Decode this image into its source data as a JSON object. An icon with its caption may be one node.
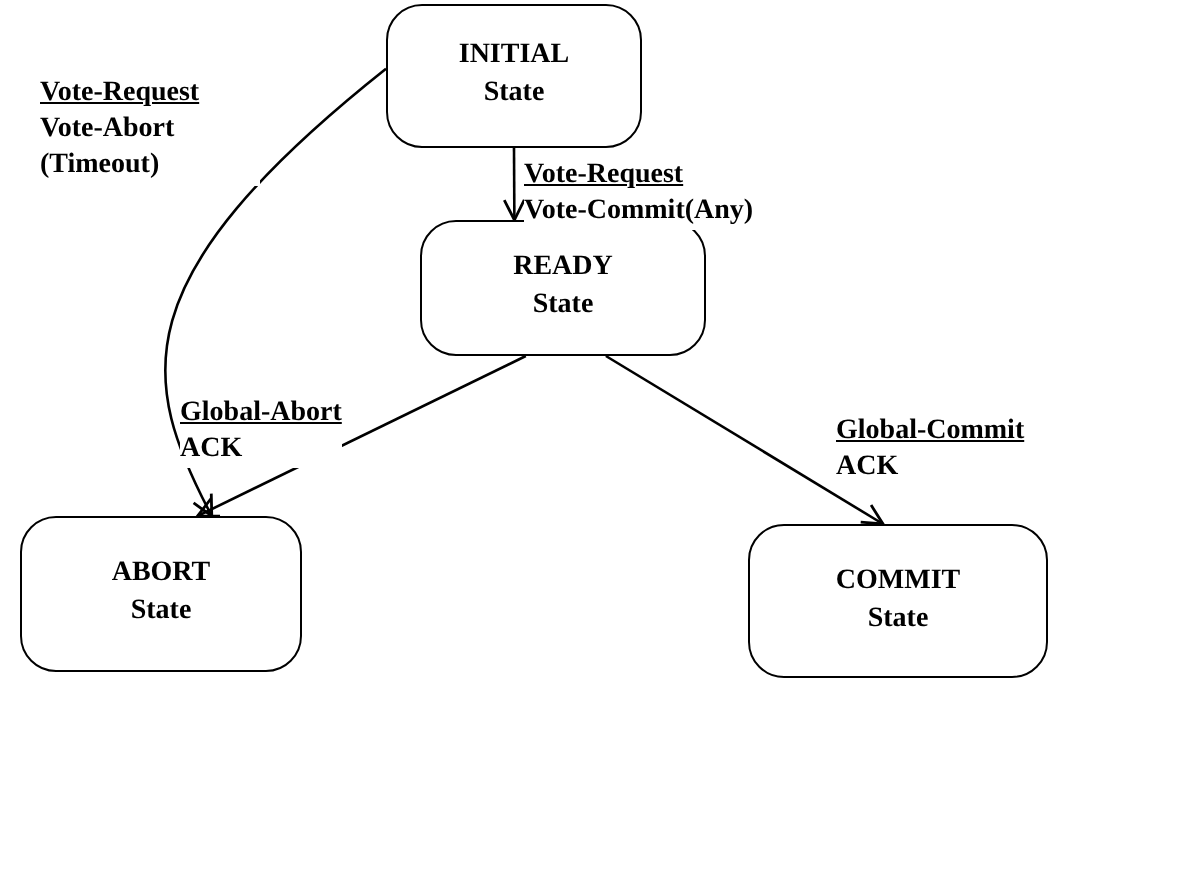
{
  "diagram": {
    "nodes": [
      {
        "text": [
          "INITIAL State"
        ]
      },
      {
        "text": [
          "READY State"
        ]
      },
      {
        "text": [
          "ABORT State"
        ]
      },
      {
        "text": [
          "COMMIT State"
        ]
      }
    ],
    "edges": [
      {
        "from": 0,
        "to": 2,
        "arrow": "to",
        "label": "Vote-Request Vote-Abort (Timeout)"
      },
      {
        "from": 0,
        "to": 1,
        "arrow": "to",
        "label": "Vote-Request Vote-Commit(Any)"
      },
      {
        "from": 1,
        "to": 2,
        "arrow": "to",
        "label": "Global-Abort ACK"
      },
      {
        "from": 1,
        "to": 3,
        "arrow": "to",
        "label": "Global-Commit ACK"
      }
    ]
  }
}
